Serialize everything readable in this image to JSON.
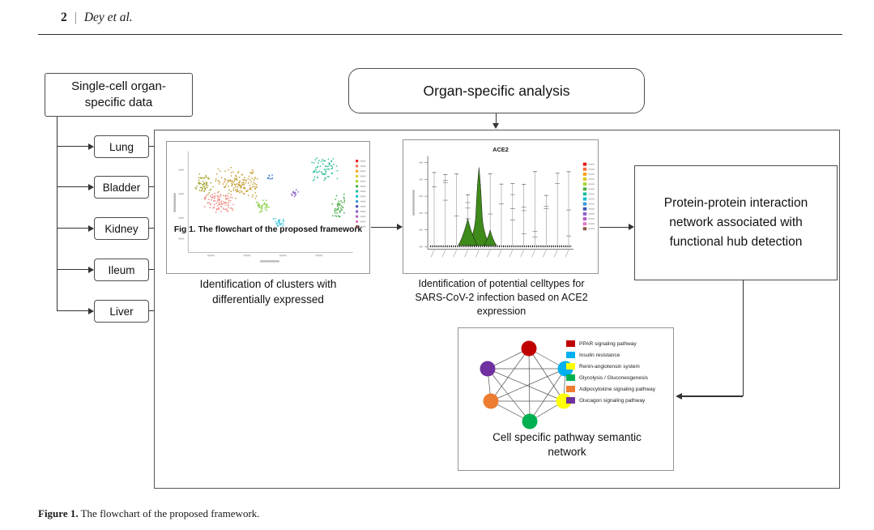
{
  "header": {
    "page_number": "2",
    "separator": "|",
    "authors": "Dey et al."
  },
  "caption": {
    "label": "Figure 1.",
    "text": " The flowchart of the proposed framework."
  },
  "flowchart": {
    "source_box_label": "Single-cell organ-specific data",
    "analysis_box_label": "Organ-specific analysis",
    "organs": [
      "Lung",
      "Bladder",
      "Kidney",
      "Ileum",
      "Liver"
    ],
    "umap_panel": {
      "embedded_caption": "Fig 1. The flowchart of the proposed framework",
      "label": "Identification of clusters with differentially expressed",
      "cluster_colors": [
        "#c8a23e",
        "#ee8f88",
        "#a8a83a",
        "#8fd14f",
        "#35c0a0",
        "#4cae4c",
        "#40c8dc",
        "#9066c7",
        "#4a7fd4"
      ],
      "tick_colors": [
        "#e41a1c",
        "#f46d43",
        "#ff9f1a",
        "#d9c81e",
        "#a6d62c",
        "#4daf4a",
        "#1abc9c",
        "#17becf",
        "#3498db",
        "#3f51b5",
        "#8e5cc9",
        "#b05bc4",
        "#e377c2",
        "#8c564b"
      ]
    },
    "violin_panel": {
      "title": "ACE2",
      "label": "Identification of potential celltypes for SARS-CoV-2 infection based on ACE2 expression",
      "violin_color": "#3e8a1a",
      "tick_colors": [
        "#e41a1c",
        "#f46d43",
        "#ff9f1a",
        "#d9c81e",
        "#a6d62c",
        "#4daf4a",
        "#1abc9c",
        "#17becf",
        "#3498db",
        "#3f51b5",
        "#8e5cc9",
        "#b05bc4",
        "#e377c2",
        "#8c564b"
      ]
    },
    "ppi_box_label": "Protein-protein interaction network associated with functional hub detection",
    "network_panel": {
      "label": "Cell specific pathway semantic network",
      "legend": [
        {
          "label": "PPAR signaling pathway",
          "color": "#c00000"
        },
        {
          "label": "Insulin resistance",
          "color": "#00b0f0"
        },
        {
          "label": "Renin-angiotensin system",
          "color": "#ffff00"
        },
        {
          "label": "Glycolysis / Gluconeogenesis",
          "color": "#00b050"
        },
        {
          "label": "Adipocytokine signaling pathway",
          "color": "#ed7d31"
        },
        {
          "label": "Glucagon signaling pathway",
          "color": "#7030a0"
        }
      ]
    }
  }
}
